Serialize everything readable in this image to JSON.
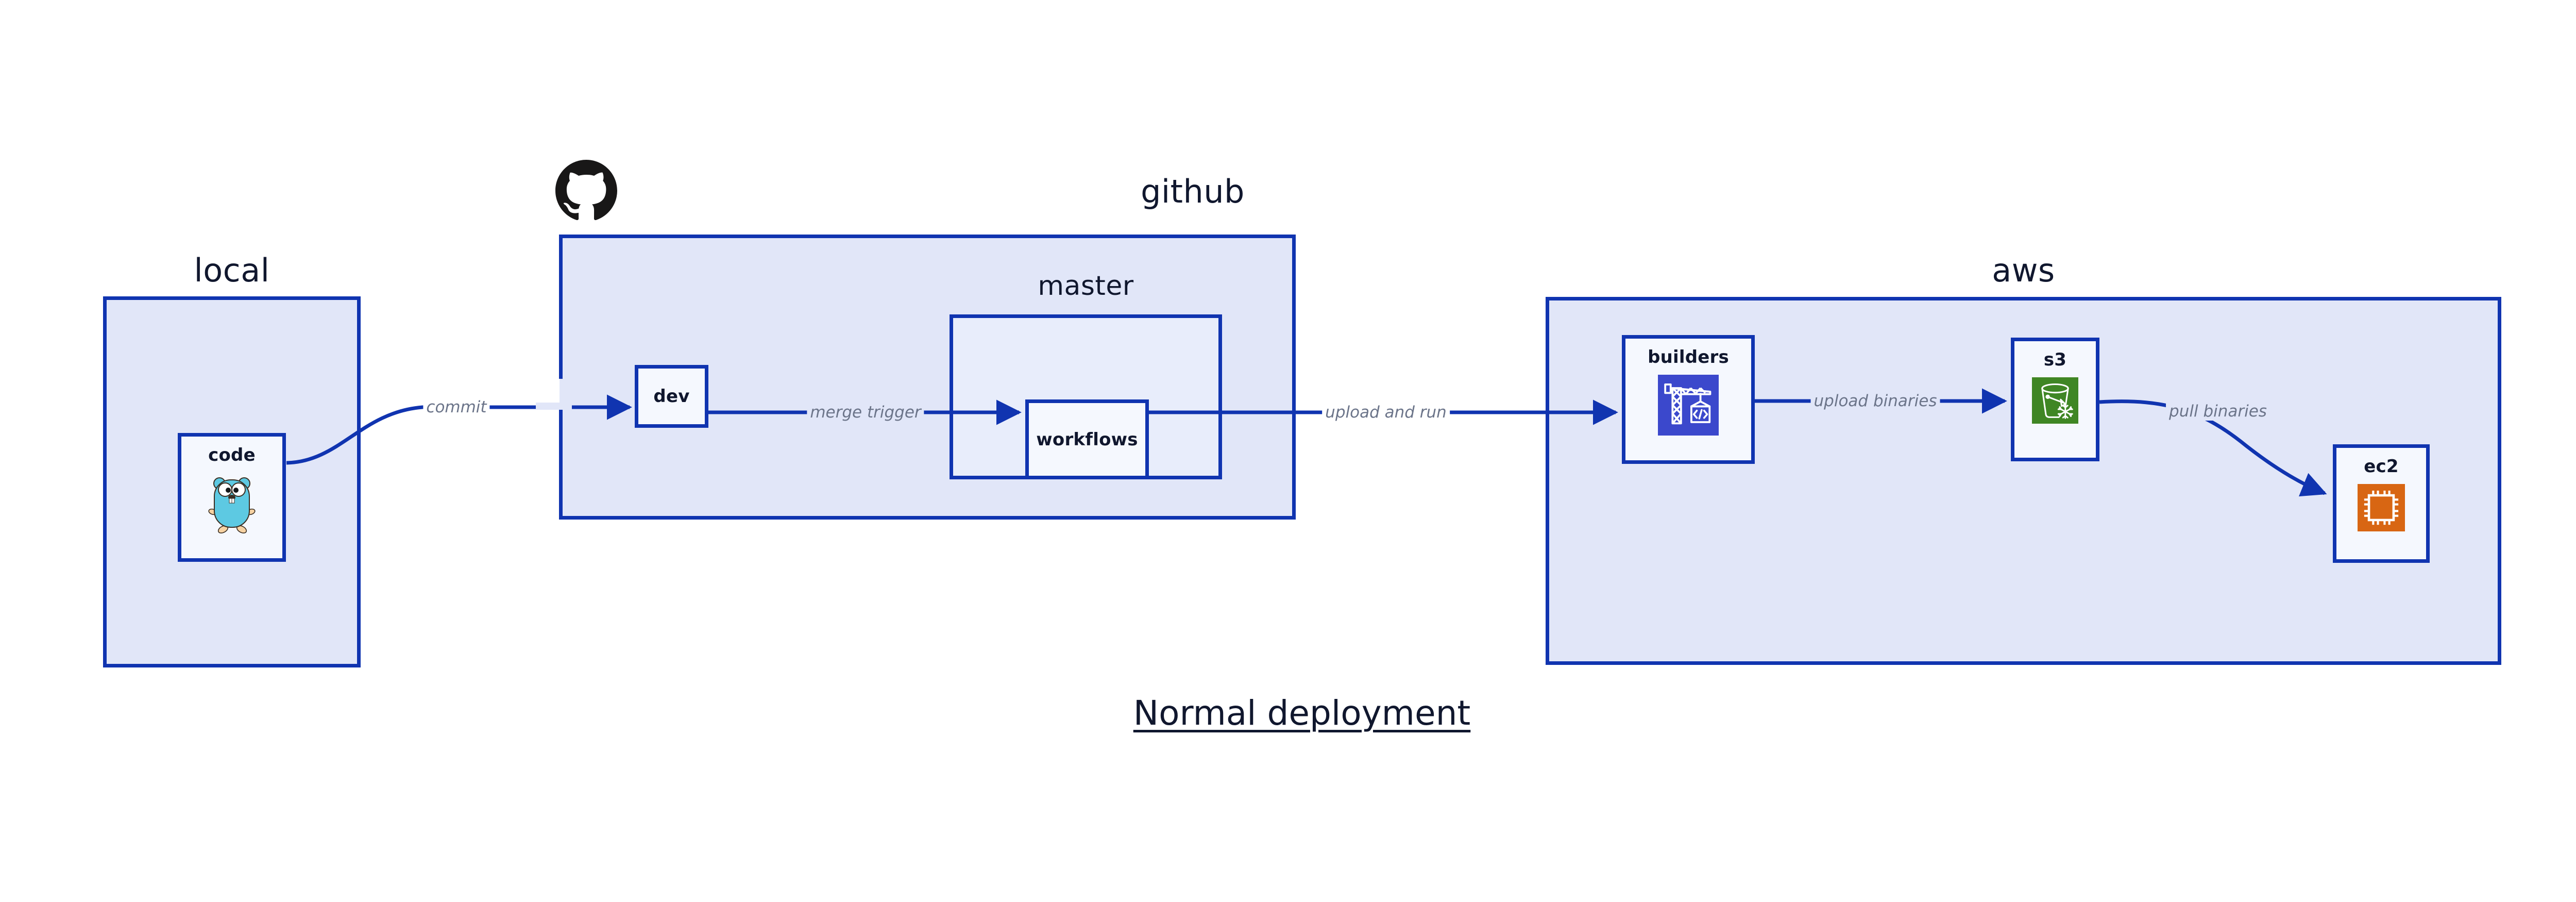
{
  "diagram": {
    "title": "Normal deployment",
    "background_color": "#FFFFFF",
    "accent_color": "#1034B0",
    "group_fill_color": "#E1E6F8",
    "node_fill_color": "#F5F8FE",
    "label_color": "#10172E",
    "edge_label_color": "#6B7489"
  },
  "groups": [
    {
      "id": "local",
      "label": "local",
      "has_logo": false
    },
    {
      "id": "github",
      "label": "github",
      "has_logo": true,
      "logo": "github-octocat-icon",
      "logo_color": "#181717"
    },
    {
      "id": "aws",
      "label": "aws",
      "has_logo": false
    }
  ],
  "subgroups": [
    {
      "id": "master",
      "label": "master",
      "parent": "github"
    }
  ],
  "nodes": [
    {
      "id": "code",
      "label": "code",
      "parent": "local",
      "icon": "go-gopher-icon",
      "icon_color": "#5DC9E2"
    },
    {
      "id": "dev",
      "label": "dev",
      "parent": "github",
      "icon": "none"
    },
    {
      "id": "workflows",
      "label": "workflows",
      "parent": "master",
      "icon": "none"
    },
    {
      "id": "builders",
      "label": "builders",
      "parent": "aws",
      "icon": "aws-codebuild-crane-icon",
      "icon_color": "#3B48CC"
    },
    {
      "id": "s3",
      "label": "s3",
      "parent": "aws",
      "icon": "aws-s3-glacier-bucket-icon",
      "icon_color": "#3F8624"
    },
    {
      "id": "ec2",
      "label": "ec2",
      "parent": "aws",
      "icon": "aws-ec2-cpu-chip-icon",
      "icon_color": "#D86613"
    }
  ],
  "edges": [
    {
      "id": "code-to-dev",
      "from": "code",
      "to": "dev",
      "label": "commit"
    },
    {
      "id": "dev-to-workflows",
      "from": "dev",
      "to": "workflows",
      "label": "merge trigger"
    },
    {
      "id": "workflows-to-builders",
      "from": "workflows",
      "to": "builders",
      "label": "upload and run"
    },
    {
      "id": "builders-to-s3",
      "from": "builders",
      "to": "s3",
      "label": "upload binaries"
    },
    {
      "id": "s3-to-ec2",
      "from": "s3",
      "to": "ec2",
      "label": "pull binaries"
    }
  ]
}
